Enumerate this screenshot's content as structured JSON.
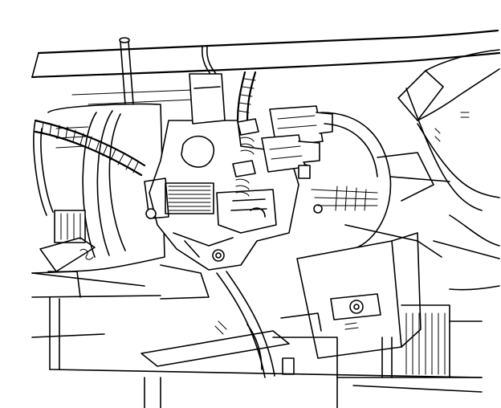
{
  "colors": {
    "ink": "#000000",
    "background": "#ffffff"
  },
  "parts": [
    {
      "id": "upper-frame-tube",
      "icon": "tube-outline"
    },
    {
      "id": "left-duct-housing",
      "icon": "duct-outline"
    },
    {
      "id": "wiring-harness-conduit",
      "icon": "corrugated-hose"
    },
    {
      "id": "pump-body-assembly",
      "icon": "pump-body"
    },
    {
      "id": "mounting-bolts",
      "icon": "bolt-head"
    },
    {
      "id": "electrical-connectors",
      "icon": "connector"
    },
    {
      "id": "gear-housing",
      "icon": "gear-housing"
    },
    {
      "id": "right-air-duct",
      "icon": "duct-outline"
    },
    {
      "id": "mounting-bracket-plate",
      "icon": "bracket-plate"
    },
    {
      "id": "lower-support-arm",
      "icon": "support-arm"
    },
    {
      "id": "lower-left-bracket",
      "icon": "bracket"
    },
    {
      "id": "lower-frame-rail",
      "icon": "frame-rail"
    }
  ]
}
